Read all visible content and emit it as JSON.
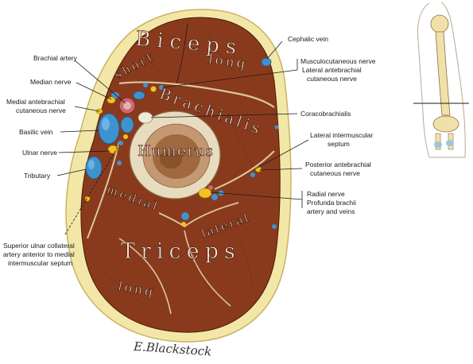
{
  "muscles": {
    "biceps": "Biceps",
    "short": "short",
    "long_head": "long",
    "brachialis": "Brachialis",
    "humerus": "Humerus",
    "medial": "medial",
    "lateral": "lateral",
    "triceps": "Triceps",
    "long_triceps": "long"
  },
  "labels_left": {
    "brachial_artery": "Brachial artery",
    "median_nerve": "Median nerve",
    "medial_antebrachial_1": "Medial antebrachial",
    "medial_antebrachial_2": "cutaneous nerve",
    "basilic_vein": "Basilic vein",
    "ulnar_nerve": "Ulnar nerve",
    "tributary": "Tributary",
    "superior_ulnar_1": "Superior ulnar collateral",
    "superior_ulnar_2": "artery anterior to medial",
    "superior_ulnar_3": "intermuscular septum"
  },
  "labels_right": {
    "cephalic_vein": "Cephalic vein",
    "musculocutaneous_1": "Musculocutaneous nerve",
    "musculocutaneous_2": "Lateral antebrachial",
    "musculocutaneous_3": "cutaneous nerve",
    "coracobrachialis": "Coracobrachialis",
    "lateral_septum_1": "Lateral intermuscular",
    "lateral_septum_2": "septum",
    "posterior_antebrachial_1": "Posterior antebrachial",
    "posterior_antebrachial_2": "cutaneous nerve",
    "radial_1": "Radial nerve",
    "radial_2": "Profunda brachii",
    "radial_3": "artery and veins"
  },
  "signature": "E.Blackstock",
  "colors": {
    "muscle": "#8a3a1c",
    "muscle_dark": "#5e2410",
    "fat": "#f3e7a8",
    "skin": "#e9d98a",
    "bone_cortex": "#e8dcc0",
    "marrow": "#a0683e",
    "vein": "#3e93cf",
    "nerve": "#f2c21e",
    "artery": "#c9686d"
  }
}
